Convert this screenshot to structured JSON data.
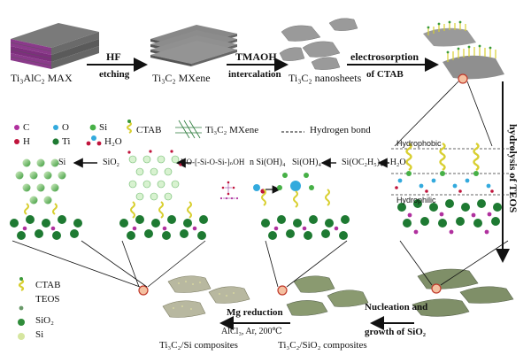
{
  "stage_labels": {
    "max": "Ti₃AlC₂ MAX",
    "mxene": "Ti₃C₂ MXene",
    "nanosheets": "Ti₃C₂ nanosheets"
  },
  "arrows": {
    "hf_top": "HF",
    "hf_bottom": "etching",
    "tmaoh_top": "TMAOH",
    "tmaoh_bottom": "intercalation",
    "electro_top": "electrosorption",
    "electro_bottom": "of CTAB",
    "hydrolysis": "hydrolysis of TEOS",
    "nucleation_top": "Nucleation and",
    "nucleation_bottom": "growth of SiO₂",
    "mg_top": "Mg reduction",
    "mg_bottom": "AlCl₃, Ar, 200℃",
    "to_si": "Si",
    "sio2": "SiO₂",
    "polycond": "HO-[-Si-O-Si-]ₙOH",
    "n_sioh4": "n Si(OH)₄",
    "sioh4": "Si(OH)₄",
    "teos_reaction": "Si(OC₂H₅)₄+ H₂O"
  },
  "legend_top": {
    "c": "C",
    "o": "O",
    "si": "Si",
    "ctab": "CTAB",
    "mxene": "Ti₃C₂ MXene",
    "hbond": "Hydrogen bond",
    "h": "H",
    "ti": "Ti",
    "h2o": "H₂O"
  },
  "zone_labels": {
    "hydrophobic": "Hydrophobic",
    "hydrophilic": "Hydrophilic"
  },
  "legend_bottom": {
    "ctab": "CTAB",
    "teos": "TEOS",
    "sio2": "SiO₂",
    "si": "Si"
  },
  "composites": {
    "si": "Ti₃C₂/Si composites",
    "sio2": "Ti₃C₂/SiO₂ composites"
  },
  "colors": {
    "c": "#b0309e",
    "o": "#33aadd",
    "si": "#46b046",
    "h": "#c0143c",
    "ti": "#1e7a32",
    "ctab": "#e0d23c",
    "sheet": "#7f8f68"
  }
}
